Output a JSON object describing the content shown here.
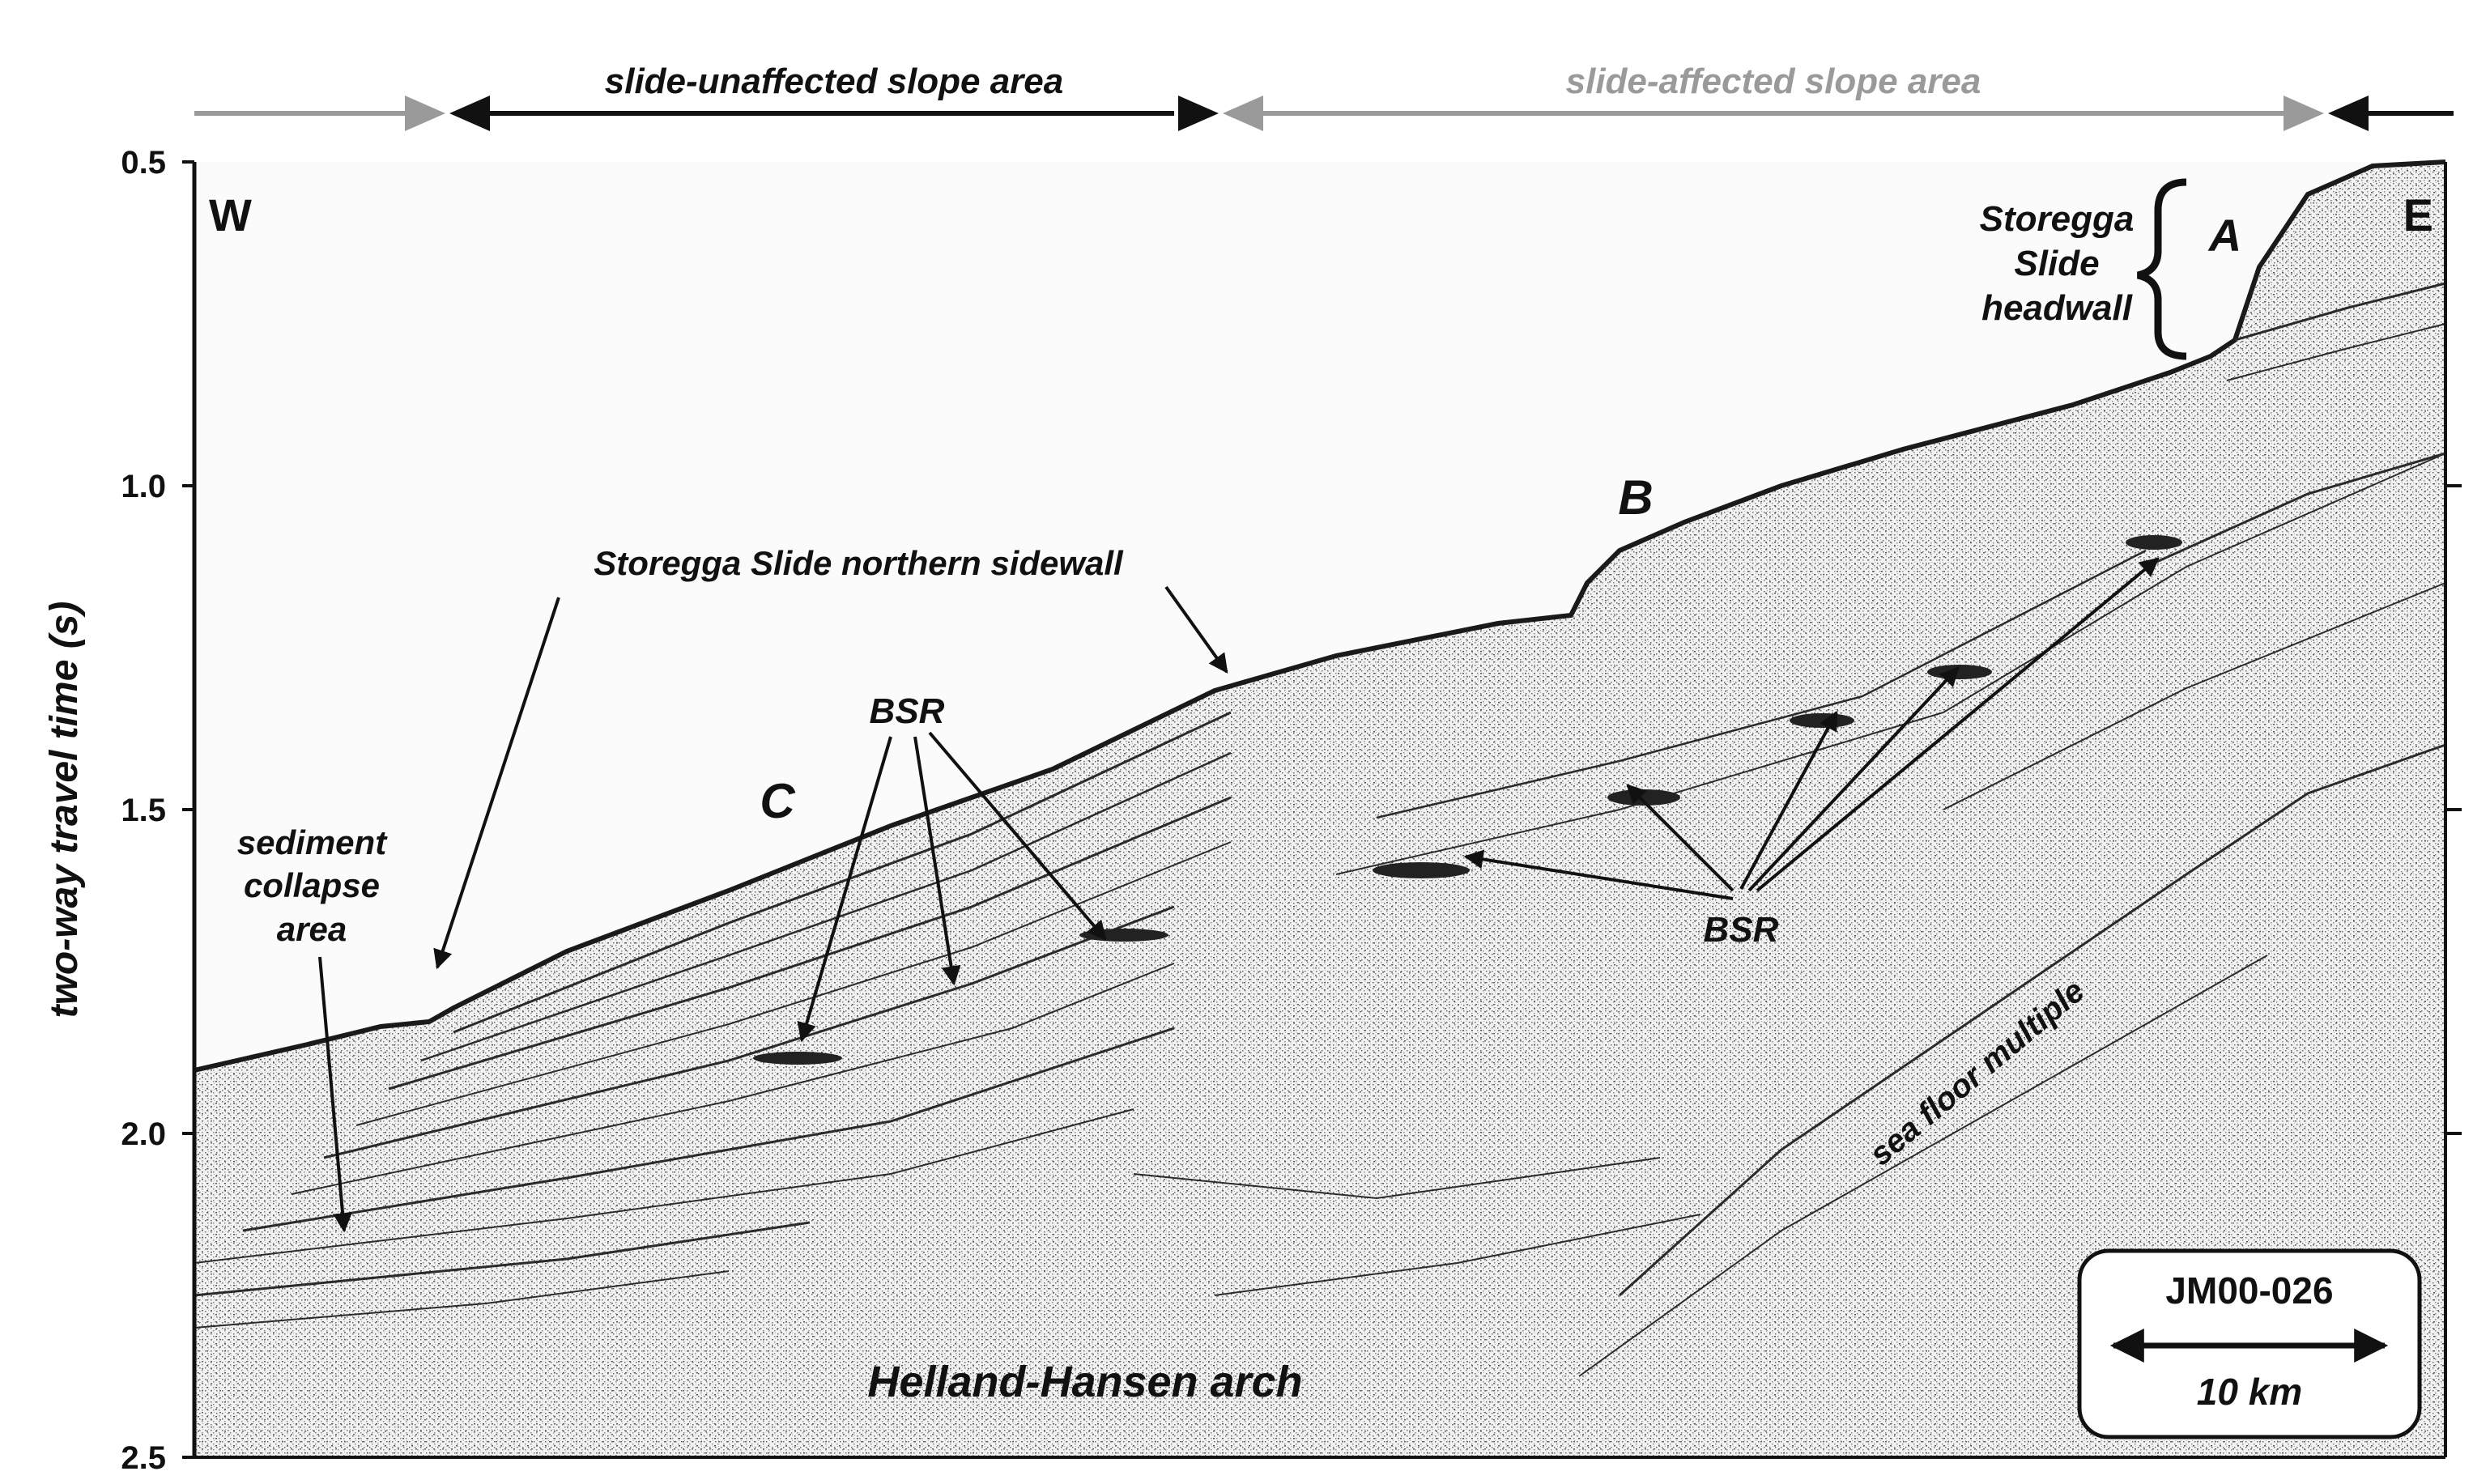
{
  "figure": {
    "y_axis": {
      "label": "two-way travel time (s)",
      "ticks": [
        "0.5",
        "1.0",
        "1.5",
        "2.0",
        "2.5"
      ],
      "range": [
        0.5,
        2.5
      ]
    },
    "top_bar": {
      "unaffected_label": "slide-unaffected slope area",
      "affected_label": "slide-affected slope area"
    },
    "ends": {
      "west": "W",
      "east": "E"
    },
    "annotations": {
      "headwall_line1": "Storegga",
      "headwall_line2": "Slide",
      "headwall_line3": "headwall",
      "point_a": "A",
      "point_b": "B",
      "point_c": "C",
      "sidewall": "Storegga Slide northern sidewall",
      "bsr_left": "BSR",
      "bsr_right": "BSR",
      "collapse_line1": "sediment",
      "collapse_line2": "collapse",
      "collapse_line3": "area",
      "sea_floor_multiple": "sea floor multiple",
      "arch": "Helland-Hansen arch"
    },
    "scale_box": {
      "profile": "JM00-026",
      "scale": "10 km"
    },
    "colors": {
      "ink": "#111111",
      "gray_arrow": "#9a9a9a",
      "background": "#ffffff"
    }
  }
}
